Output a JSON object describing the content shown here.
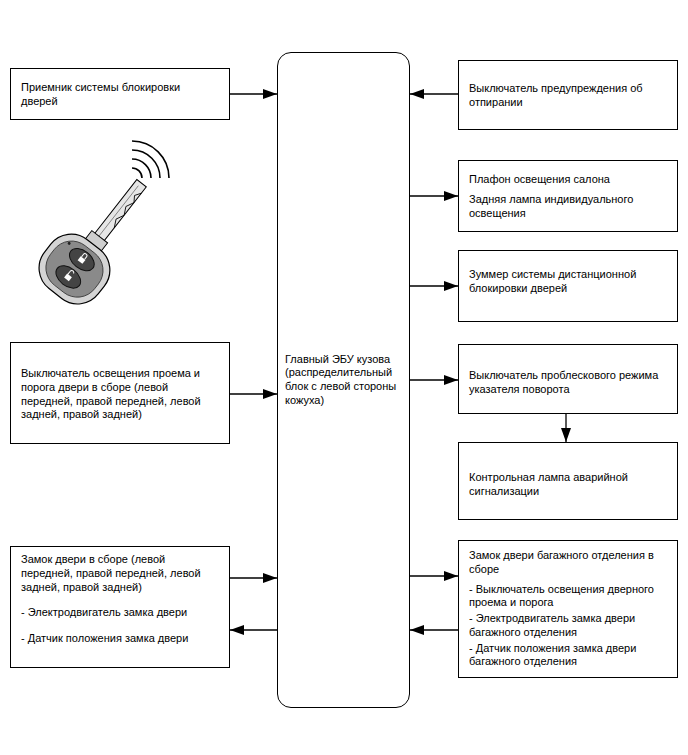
{
  "diagram": {
    "nodes": [
      {
        "text": [
          "Приемник системы блокировки дверей"
        ]
      },
      {
        "text": [
          "Выключатель предупреждения об отпирании"
        ]
      },
      {
        "text": [
          "Главный ЭБУ кузова (распределительный блок с левой стороны кожуха)"
        ]
      },
      {
        "text": [
          "Плафон освещения салона",
          "Задняя лампа индивидуального освещения"
        ]
      },
      {
        "text": [
          "Зуммер системы дистанционной блокировки дверей"
        ]
      },
      {
        "text": [
          "Выключатель освещения проема и порога двери в сборе (левой передней, правой передней, левой задней, правой задней)"
        ]
      },
      {
        "text": [
          "Выключатель проблескового режима указателя поворота"
        ]
      },
      {
        "text": [
          "Контрольная лампа аварийной сигнализации"
        ]
      },
      {
        "text": [
          "Замок двери в сборе (левой передней, правой передней, левой задней, правой задней)",
          "- Электродвигатель замка двери",
          "- Датчик положения замка двери"
        ]
      },
      {
        "text": [
          "Замок двери багажного отделения в сборе",
          "- Выключатель освещения дверного проема и порога",
          "- Электродвигатель замка двери багажного отделения",
          "- Датчик положения замка двери багажного отделения"
        ]
      }
    ],
    "edges": [
      {
        "from": 0,
        "to": 2,
        "arrow": "to"
      },
      {
        "from": 1,
        "to": 2,
        "arrow": "to"
      },
      {
        "from": 2,
        "to": 3,
        "arrow": "to"
      },
      {
        "from": 2,
        "to": 4,
        "arrow": "to"
      },
      {
        "from": 5,
        "to": 2,
        "arrow": "to"
      },
      {
        "from": 2,
        "to": 6,
        "arrow": "to"
      },
      {
        "from": 6,
        "to": 7,
        "arrow": "to"
      },
      {
        "from": 8,
        "to": 2,
        "arrow": "to"
      },
      {
        "from": 2,
        "to": 8,
        "arrow": "to"
      },
      {
        "from": 2,
        "to": 9,
        "arrow": "to"
      },
      {
        "from": 9,
        "to": 2,
        "arrow": "to"
      }
    ]
  }
}
